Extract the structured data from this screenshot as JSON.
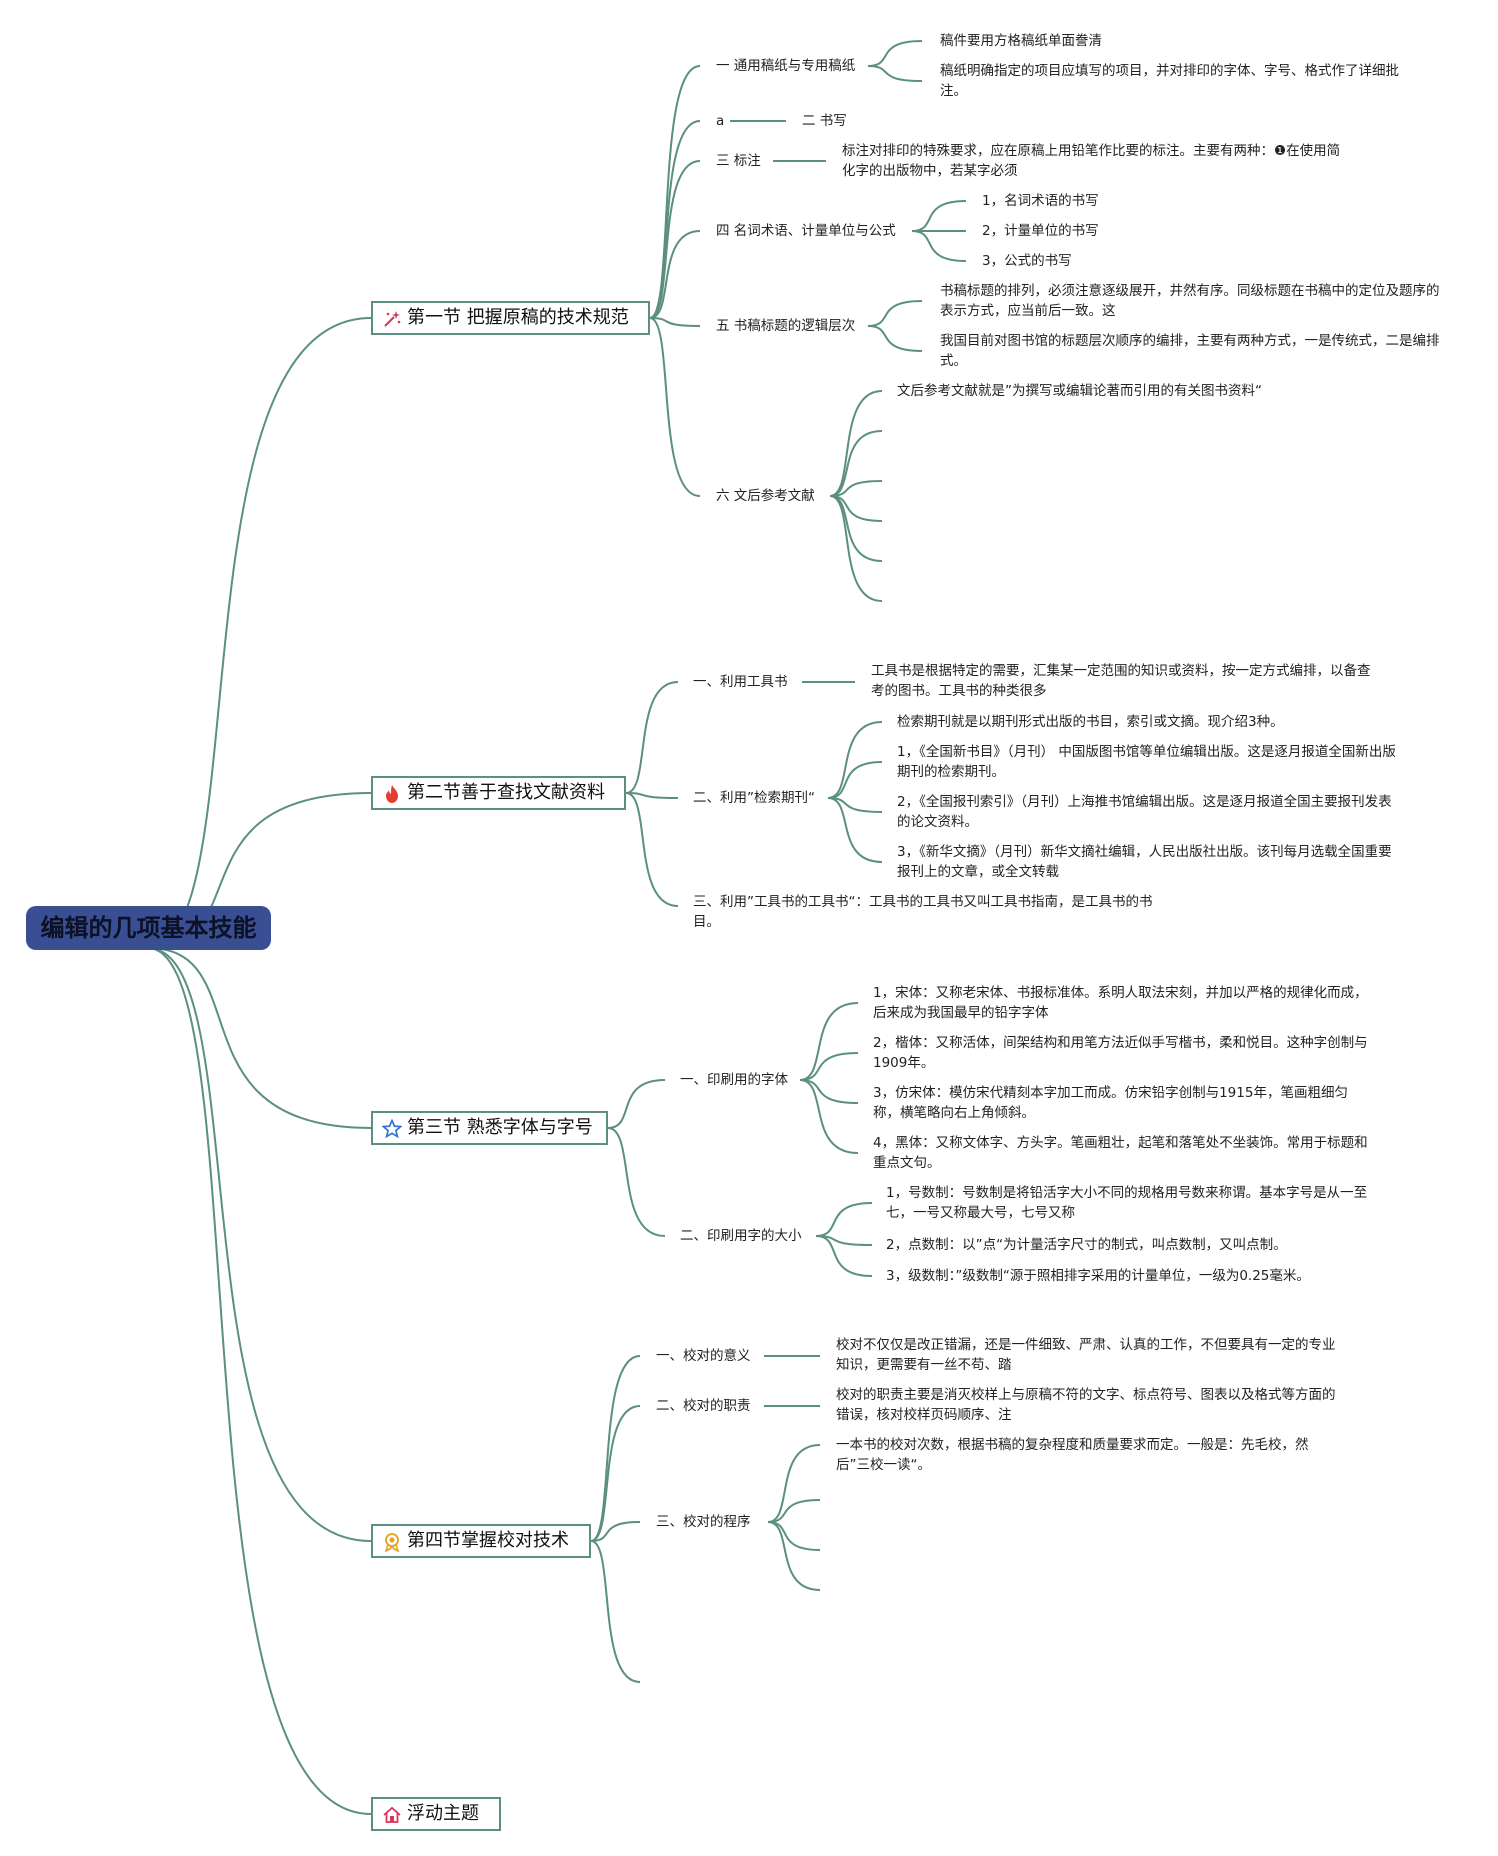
{
  "root": {
    "title": "编辑的几项基本技能"
  },
  "sections": [
    {
      "title": "第一节 把握原稿的技术规范",
      "icon": "magic-wand-icon"
    },
    {
      "title": "第二节善于查找文献资料",
      "icon": "fire-icon"
    },
    {
      "title": "第三节 熟悉字体与字号",
      "icon": "star-icon"
    },
    {
      "title": "第四节掌握校对技术",
      "icon": "award-ribbon-icon"
    },
    {
      "title": "浮动主题",
      "icon": "home-icon"
    }
  ],
  "s1": {
    "n1": "一 通用稿纸与专用稿纸",
    "n1_c1": "稿件要用方格稿纸单面誊清",
    "n1_c2": "稿纸明确指定的项目应填写的项目，并对排印的字体、字号、格式作了详细批注。",
    "n2a": "a",
    "n2": "二 书写",
    "n3": "三 标注",
    "n3_c1": "标注对排印的特殊要求，应在原稿上用铅笔作比要的标注。主要有两种：❶在使用简化字的出版物中，若某字必须",
    "n4": "四 名词术语、计量单位与公式",
    "n4_c1": "1，名词术语的书写",
    "n4_c2": "2，计量单位的书写",
    "n4_c3": "3，公式的书写",
    "n5": "五 书稿标题的逻辑层次",
    "n5_c1": "书稿标题的排列，必须注意逐级展开，井然有序。同级标题在书稿中的定位及题序的表示方式，应当前后一致。这",
    "n5_c2": "我国目前对图书馆的标题层次顺序的编排，主要有两种方式，一是传统式，二是编排式。",
    "n6": "六 文后参考文献",
    "n6_c1": "文后参考文献就是”为撰写或编辑论著而引用的有关图书资料“"
  },
  "s2": {
    "n1": "一、利用工具书",
    "n1_c1": "工具书是根据特定的需要，汇集某一定范围的知识或资料，按一定方式编排，以备查考的图书。工具书的种类很多",
    "n2": "二、利用”检索期刊“",
    "n2_c1": "检索期刊就是以期刊形式出版的书目，索引或文摘。现介绍3种。",
    "n2_c2": "1，《全国新书目》（月刊） 中国版图书馆等单位编辑出版。这是逐月报道全国新出版期刊的检索期刊。",
    "n2_c3": "2，《全国报刊索引》（月刊）上海推书馆编辑出版。这是逐月报道全国主要报刊发表的论文资料。",
    "n2_c4": "3，《新华文摘》（月刊）新华文摘社编辑，人民出版社出版。该刊每月选载全国重要报刊上的文章，或全文转载",
    "n3": "三、利用”工具书的工具书“：工具书的工具书又叫工具书指南，是工具书的书目。"
  },
  "s3": {
    "n1": "一、印刷用的字体",
    "n1_c1": "1，宋体：又称老宋体、书报标准体。系明人取法宋刻，并加以严格的规律化而成，后来成为我国最早的铅字字体",
    "n1_c2": "2，楷体：又称活体，间架结构和用笔方法近似手写楷书，柔和悦目。这种字创制与1909年。",
    "n1_c3": "3，仿宋体：模仿宋代精刻本字加工而成。仿宋铅字创制与1915年，笔画粗细匀称，横笔略向右上角倾斜。",
    "n1_c4": "4，黑体：又称文体字、方头字。笔画粗壮，起笔和落笔处不坐装饰。常用于标题和重点文句。",
    "n2": "二、印刷用字的大小",
    "n2_c1": "1，号数制：号数制是将铅活字大小不同的规格用号数来称谓。基本字号是从一至七，一号又称最大号，七号又称",
    "n2_c2": "2，点数制：以”点“为计量活字尺寸的制式，叫点数制，又叫点制。",
    "n2_c3": "3，级数制：”级数制“源于照相排字采用的计量单位，一级为0.25毫米。"
  },
  "s4": {
    "n1": "一、校对的意义",
    "n1_c1": "校对不仅仅是改正错漏，还是一件细致、严肃、认真的工作，不但要具有一定的专业知识，更需要有一丝不苟、踏",
    "n2": "二、校对的职责",
    "n2_c1": "校对的职责主要是消灭校样上与原稿不符的文字、标点符号、图表以及格式等方面的错误，核对校样页码顺序、注",
    "n3": "三、校对的程序",
    "n3_c1": "一本书的校对次数，根据书稿的复杂程度和质量要求而定。一般是：先毛校，然后”三校一读“。"
  },
  "colors": {
    "root_bg": "#3a4e93",
    "line": "#5b8f81"
  }
}
